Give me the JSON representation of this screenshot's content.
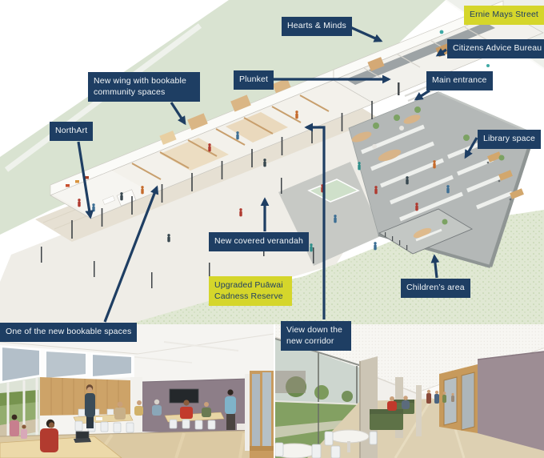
{
  "colors": {
    "label_navy": "#1e3e63",
    "label_yellow": "#d5d62b",
    "arrow": "#1e3e63"
  },
  "aerial": {
    "labels": {
      "hearts_minds": "Hearts & Minds",
      "ernie_mays_street": "Ernie Mays Street",
      "citizens_advice_bureau": "Citizens Advice Bureau",
      "plunket": "Plunket",
      "main_entrance": "Main entrance",
      "new_wing": "New wing with bookable community spaces",
      "northart": "NorthArt",
      "library_space": "Library space",
      "new_covered_verandah": "New covered verandah",
      "upgraded_reserve": "Upgraded Puāwai Cadness Reserve",
      "childrens_area": "Children’s area"
    }
  },
  "photos": {
    "left_caption": "One of the new bookable spaces",
    "right_caption": "View down the new corridor"
  }
}
